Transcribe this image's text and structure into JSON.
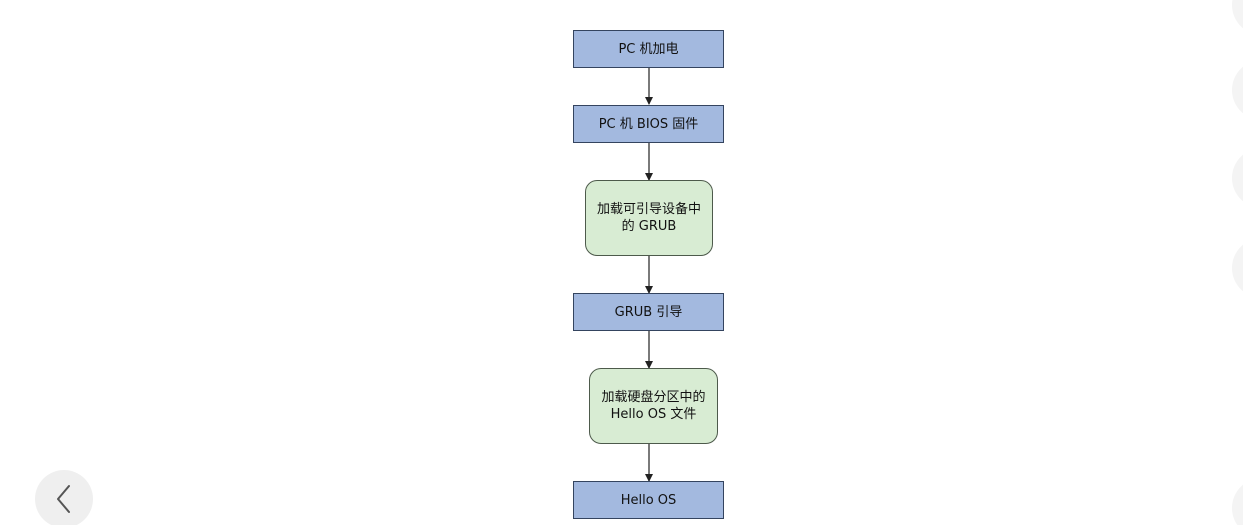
{
  "diagram": {
    "nodes": [
      {
        "id": "n1",
        "shape": "rect",
        "lines": [
          "PC 机加电"
        ]
      },
      {
        "id": "n2",
        "shape": "rect",
        "lines": [
          "PC 机 BIOS 固件"
        ]
      },
      {
        "id": "n3",
        "shape": "rounded",
        "lines": [
          "加载可引导设备中",
          "的 GRUB"
        ]
      },
      {
        "id": "n4",
        "shape": "rect",
        "lines": [
          "GRUB 引导"
        ]
      },
      {
        "id": "n5",
        "shape": "rounded",
        "lines": [
          "加载硬盘分区中的",
          "Hello OS 文件"
        ]
      },
      {
        "id": "n6",
        "shape": "rect",
        "lines": [
          "Hello OS"
        ]
      }
    ],
    "edges": [
      {
        "from": "n1",
        "to": "n2"
      },
      {
        "from": "n2",
        "to": "n3"
      },
      {
        "from": "n3",
        "to": "n4"
      },
      {
        "from": "n4",
        "to": "n5"
      },
      {
        "from": "n5",
        "to": "n6"
      }
    ],
    "colors": {
      "rect_fill": "#a3b9df",
      "rect_stroke": "#34445f",
      "rounded_fill": "#d8ecd3",
      "rounded_stroke": "#4d5a4b",
      "edge": "#222222"
    }
  },
  "navigation": {
    "back_icon": "chevron-left-icon"
  }
}
